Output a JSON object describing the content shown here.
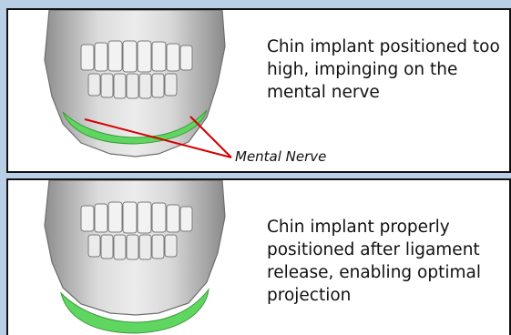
{
  "panels": [
    {
      "caption": "Chin implant positioned too high, impinging on the mental nerve",
      "label": "Mental Nerve"
    },
    {
      "caption": "Chin implant properly positioned after ligament release, enabling optimal projection"
    }
  ],
  "colors": {
    "background": "#b9cfe6",
    "implant": "#5fd65f",
    "nerve_line": "#d40000",
    "bone": "#cfcfcf"
  }
}
